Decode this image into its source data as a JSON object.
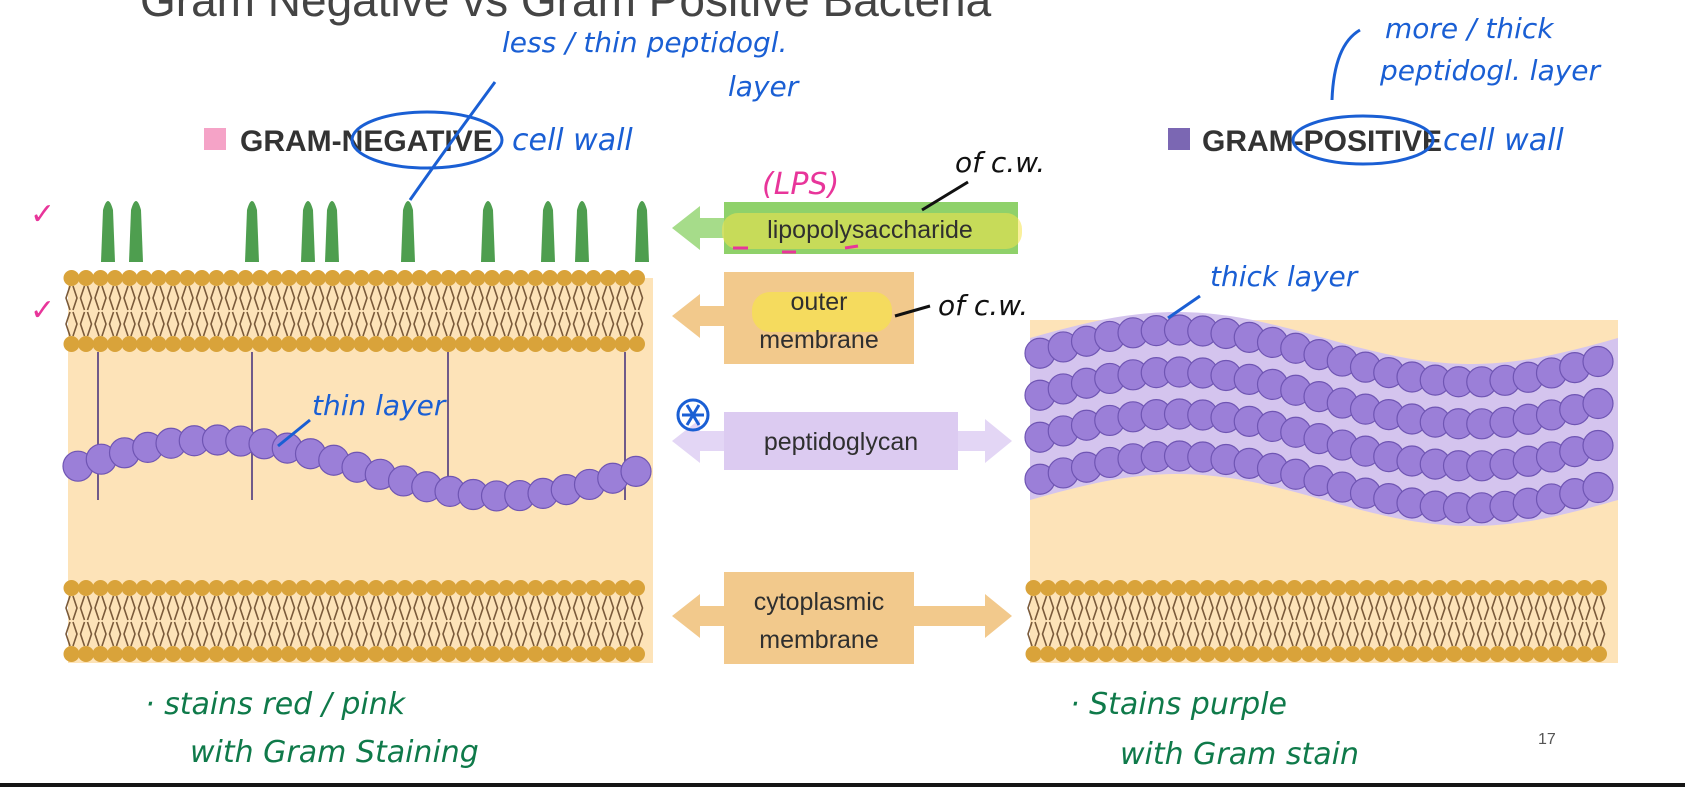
{
  "slide": {
    "title_fragment": "Gram Negative vs Gram Positive Bacteria",
    "page_number": "17"
  },
  "legend": {
    "gram_negative_prefix": "GRAM-",
    "gram_negative_word": "NEGATIVE",
    "gram_positive_prefix": "GRAM-",
    "gram_positive_word": "POSITIVE",
    "gram_negative_swatch_color": "#f5a3c7",
    "gram_positive_swatch_color": "#7b67b3"
  },
  "labels": {
    "lipopolysaccharide": "lipopolysaccharide",
    "outer_membrane_line1": "outer",
    "outer_membrane_line2": "membrane",
    "peptidoglycan": "peptidoglycan",
    "cytoplasmic_line1": "cytoplasmic",
    "cytoplasmic_line2": "membrane"
  },
  "annotations": {
    "less_thin_line1": "less / thin peptidogl.",
    "less_thin_line2": "layer",
    "more_thick_line1": "more / thick",
    "more_thick_line2": "peptidogl. layer",
    "cell_wall_neg": "cell wall",
    "cell_wall_pos": "cell wall",
    "lps": "(LPS)",
    "of_cw_1": "of c.w.",
    "of_cw_2": "of c.w.",
    "thick_layer": "thick layer",
    "thin_layer": "thin layer",
    "neg_stain_line1": "· stains red / pink",
    "neg_stain_line2": "with Gram Staining",
    "pos_stain_line1": "· Stains purple",
    "pos_stain_line2": "with Gram stain",
    "checkmark": "✓"
  },
  "colors": {
    "periplasm": "#fde3b8",
    "lipid_head": "#d9a33a",
    "lipid_tail": "#7a5a3a",
    "peptidoglycan_bead": "#9b7fd8",
    "peptidoglycan_bead_edge": "#6f55b3",
    "peptidoglycan_band": "#d4c4ee",
    "lps_stalk": "#4e9e4f",
    "lps_label_bg": "#8fd16a",
    "membrane_label_bg": "#f2c98c",
    "pg_label_bg": "#dccbf1",
    "highlight_yellow": "#f6e34a",
    "annotation_blue": "#1a5fd4",
    "annotation_green": "#0f7a4a",
    "annotation_pink": "#e8359a"
  }
}
